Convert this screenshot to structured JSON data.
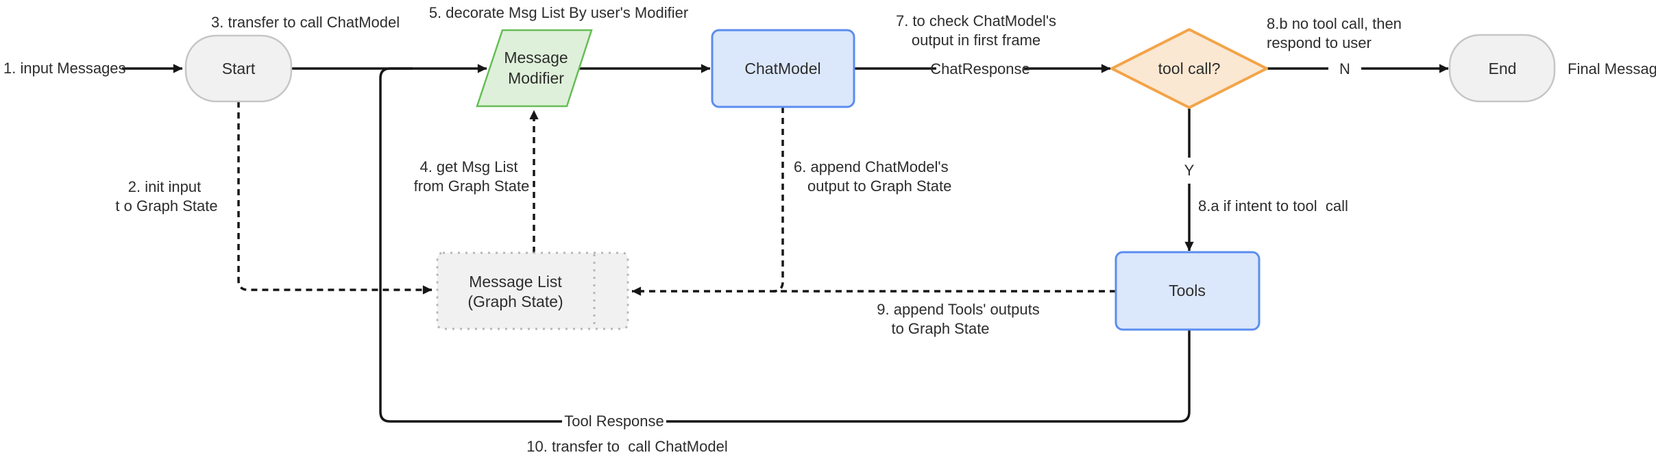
{
  "nodes": {
    "start": "Start",
    "message_modifier_line1": "Message",
    "message_modifier_line2": "Modifier",
    "chat_model": "ChatModel",
    "tool_call_decision": "tool call?",
    "tools": "Tools",
    "end": "End",
    "message_list_line1": "Message List",
    "message_list_line2": "(Graph State)"
  },
  "edge_labels": {
    "input": "1. input Messages",
    "chat_response": "ChatResponse",
    "no": "N",
    "yes": "Y",
    "tool_response": "Tool Response",
    "final_message": "Final Message"
  },
  "annotations": {
    "step2_line1": "2. init input",
    "step2_line2": "t o Graph State",
    "step3": "3. transfer to call ChatModel",
    "step4_line1": "4. get Msg List",
    "step4_line2": "from Graph State",
    "step5": "5. decorate Msg List By user's Modifier",
    "step6_line1": "6. append ChatModel's",
    "step6_line2": "output to Graph State",
    "step7_line1": "7. to check ChatModel's",
    "step7_line2": "output in first frame",
    "step8a": "8.a if intent to tool  call",
    "step8b_line1": "8.b no tool call, then",
    "step8b_line2": "respond to user",
    "step9_line1": "9. append Tools' outputs",
    "step9_line2": "to Graph State",
    "step10": "10. transfer to  call ChatModel"
  },
  "colors": {
    "line": "#161616",
    "text": "#2d2d2d",
    "gray_fill": "#f1f1f2",
    "gray_stroke": "#c6c6c6",
    "green_fill": "#def0d9",
    "green_stroke": "#65bd55",
    "blue_fill": "#dbe7fb",
    "blue_stroke": "#5b8def",
    "orange_fill": "#fbe8d2",
    "orange_stroke": "#f2a449",
    "dashed_box_stroke": "#b6b6b6"
  }
}
